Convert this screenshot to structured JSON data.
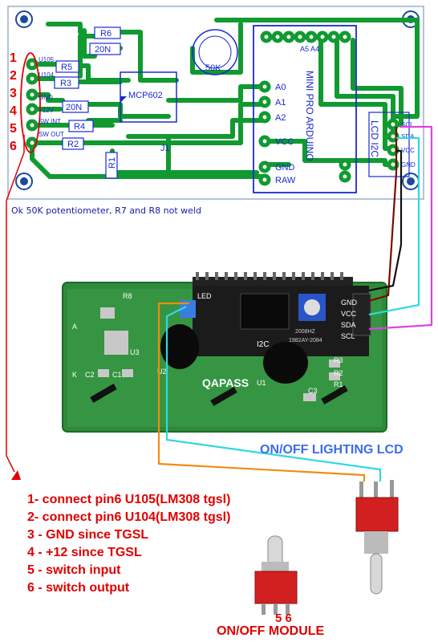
{
  "pcb": {
    "labels_left": [
      "U105",
      "U104",
      "GND",
      "+12V",
      "SW INT",
      "SW OUT"
    ],
    "resistors": [
      "R6",
      "R5",
      "R3",
      "R4",
      "R2",
      "R1"
    ],
    "jumpers": [
      "20N",
      "20N"
    ],
    "chip": "MCP602",
    "jumper_j1": "J1",
    "pot": "50K",
    "arduino_title": "MINI PRO ARDUINO",
    "arduino_pins": [
      "A0",
      "A1",
      "A2",
      "VCC",
      "GND",
      "RAW"
    ],
    "a5a4": "A5 A4",
    "lcd_i2c": "LCD I2C",
    "lcd_pins": [
      "SCL",
      "SDA",
      "VCC",
      "GND"
    ],
    "note": "Ok 50K potentiometer, R7 and R8 not weld"
  },
  "rows": [
    "1",
    "2",
    "3",
    "4",
    "5",
    "6"
  ],
  "lcd": {
    "backpack_pins": [
      "GND",
      "VCC",
      "SDA",
      "SCL"
    ],
    "r8": "R8",
    "led": "LED",
    "u3": "U3",
    "c2": "C2",
    "c1": "C1",
    "u2": "U2",
    "u1": "U1",
    "r3": "R3",
    "r2": "R2",
    "r1": "R1",
    "c3": "C3",
    "brand": "QAPASS",
    "i2c": "I2C",
    "chip_code1": "2008HZ",
    "chip_code2": "1982AY-2084",
    "a": "A",
    "k": "K"
  },
  "title_lighting": "ON/OFF LIGHTING LCD",
  "legend": [
    "1- connect pin6 U105(LM308 tgsl)",
    "2- connect pin6 U104(LM308 tgsl)",
    "3 - GND since TGSL",
    "4 - +12 since TGSL",
    "5 - switch input",
    "6 - switch output"
  ],
  "module_pins": "5 6",
  "module_title": "ON/OFF MODULE",
  "colors": {
    "pcb_trace": "#109a30",
    "lcd_board": "#2e8a3a",
    "wire_dark_red": "#7a0a00",
    "wire_black": "#111111",
    "wire_cyan": "#30d8e0",
    "wire_magenta": "#e040e0",
    "wire_orange": "#f08c10",
    "text_red": "#e00000",
    "text_blue": "#3a6cf0"
  }
}
